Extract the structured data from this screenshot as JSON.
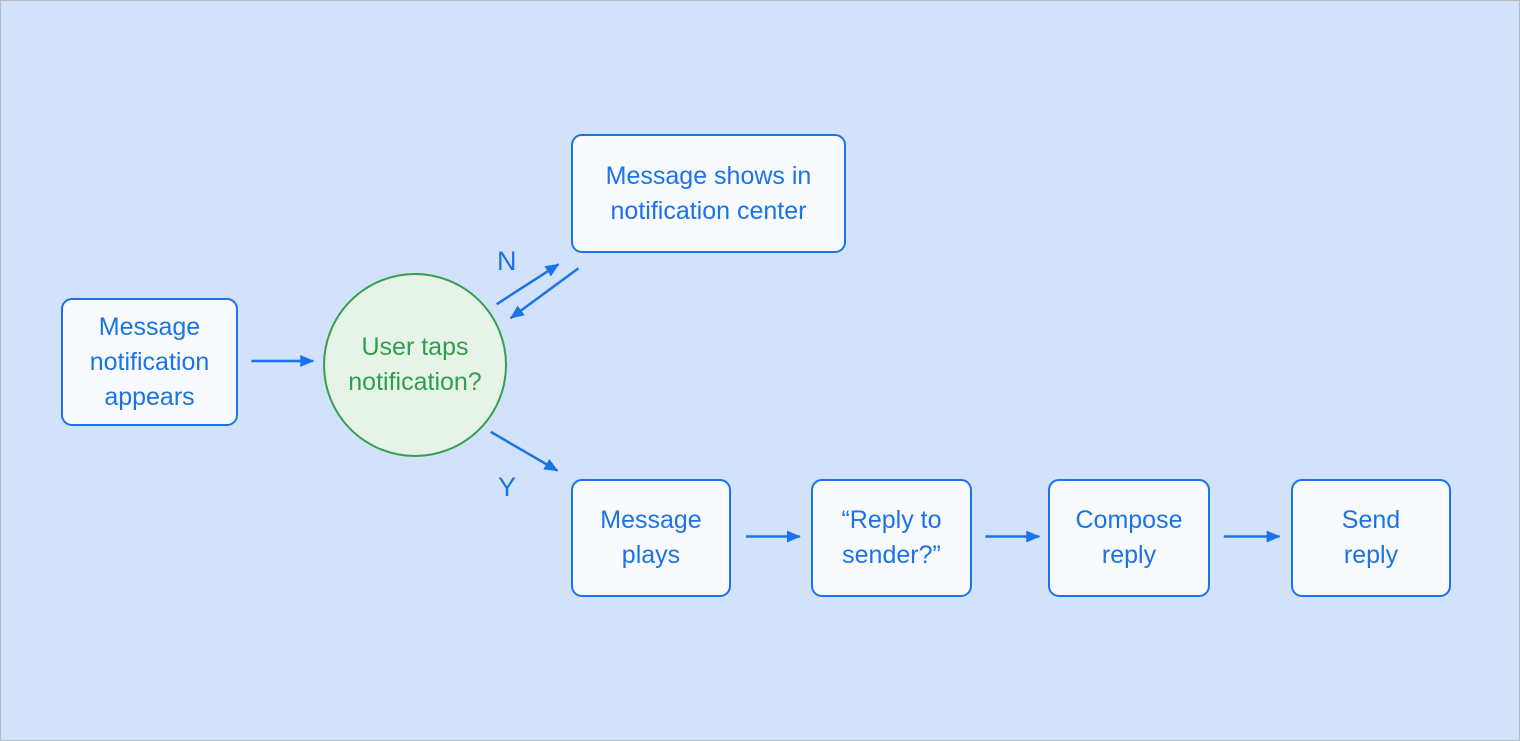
{
  "diagram": {
    "type": "flowchart",
    "nodes": {
      "start": {
        "shape": "rectangle",
        "lines": [
          "Message",
          "notification",
          "appears"
        ]
      },
      "decision": {
        "shape": "circle",
        "lines": [
          "User taps",
          "notification?"
        ]
      },
      "notification_center": {
        "shape": "rectangle",
        "lines": [
          "Message shows in",
          "notification center"
        ]
      },
      "message_plays": {
        "shape": "rectangle",
        "lines": [
          "Message",
          "plays"
        ]
      },
      "reply_prompt": {
        "shape": "rectangle",
        "lines": [
          "“Reply to",
          "sender?”"
        ]
      },
      "compose_reply": {
        "shape": "rectangle",
        "lines": [
          "Compose",
          "reply"
        ]
      },
      "send_reply": {
        "shape": "rectangle",
        "lines": [
          "Send",
          "reply"
        ]
      }
    },
    "edges": [
      {
        "from": "start",
        "to": "decision",
        "label": ""
      },
      {
        "from": "decision",
        "to": "notification_center",
        "label": "N"
      },
      {
        "from": "notification_center",
        "to": "decision",
        "label": ""
      },
      {
        "from": "decision",
        "to": "message_plays",
        "label": "Y"
      },
      {
        "from": "message_plays",
        "to": "reply_prompt",
        "label": ""
      },
      {
        "from": "reply_prompt",
        "to": "compose_reply",
        "label": ""
      },
      {
        "from": "compose_reply",
        "to": "send_reply",
        "label": ""
      }
    ],
    "colors": {
      "background": "#d3e2fb",
      "process_fill": "#f8fafd",
      "process_border": "#1a73e8",
      "process_text": "#1a73e8",
      "decision_fill": "#e6f3e6",
      "decision_border": "#34a04e",
      "decision_text": "#2f9e4d",
      "connector": "#1a73e8",
      "frame_border": "#b9bcc1"
    }
  }
}
